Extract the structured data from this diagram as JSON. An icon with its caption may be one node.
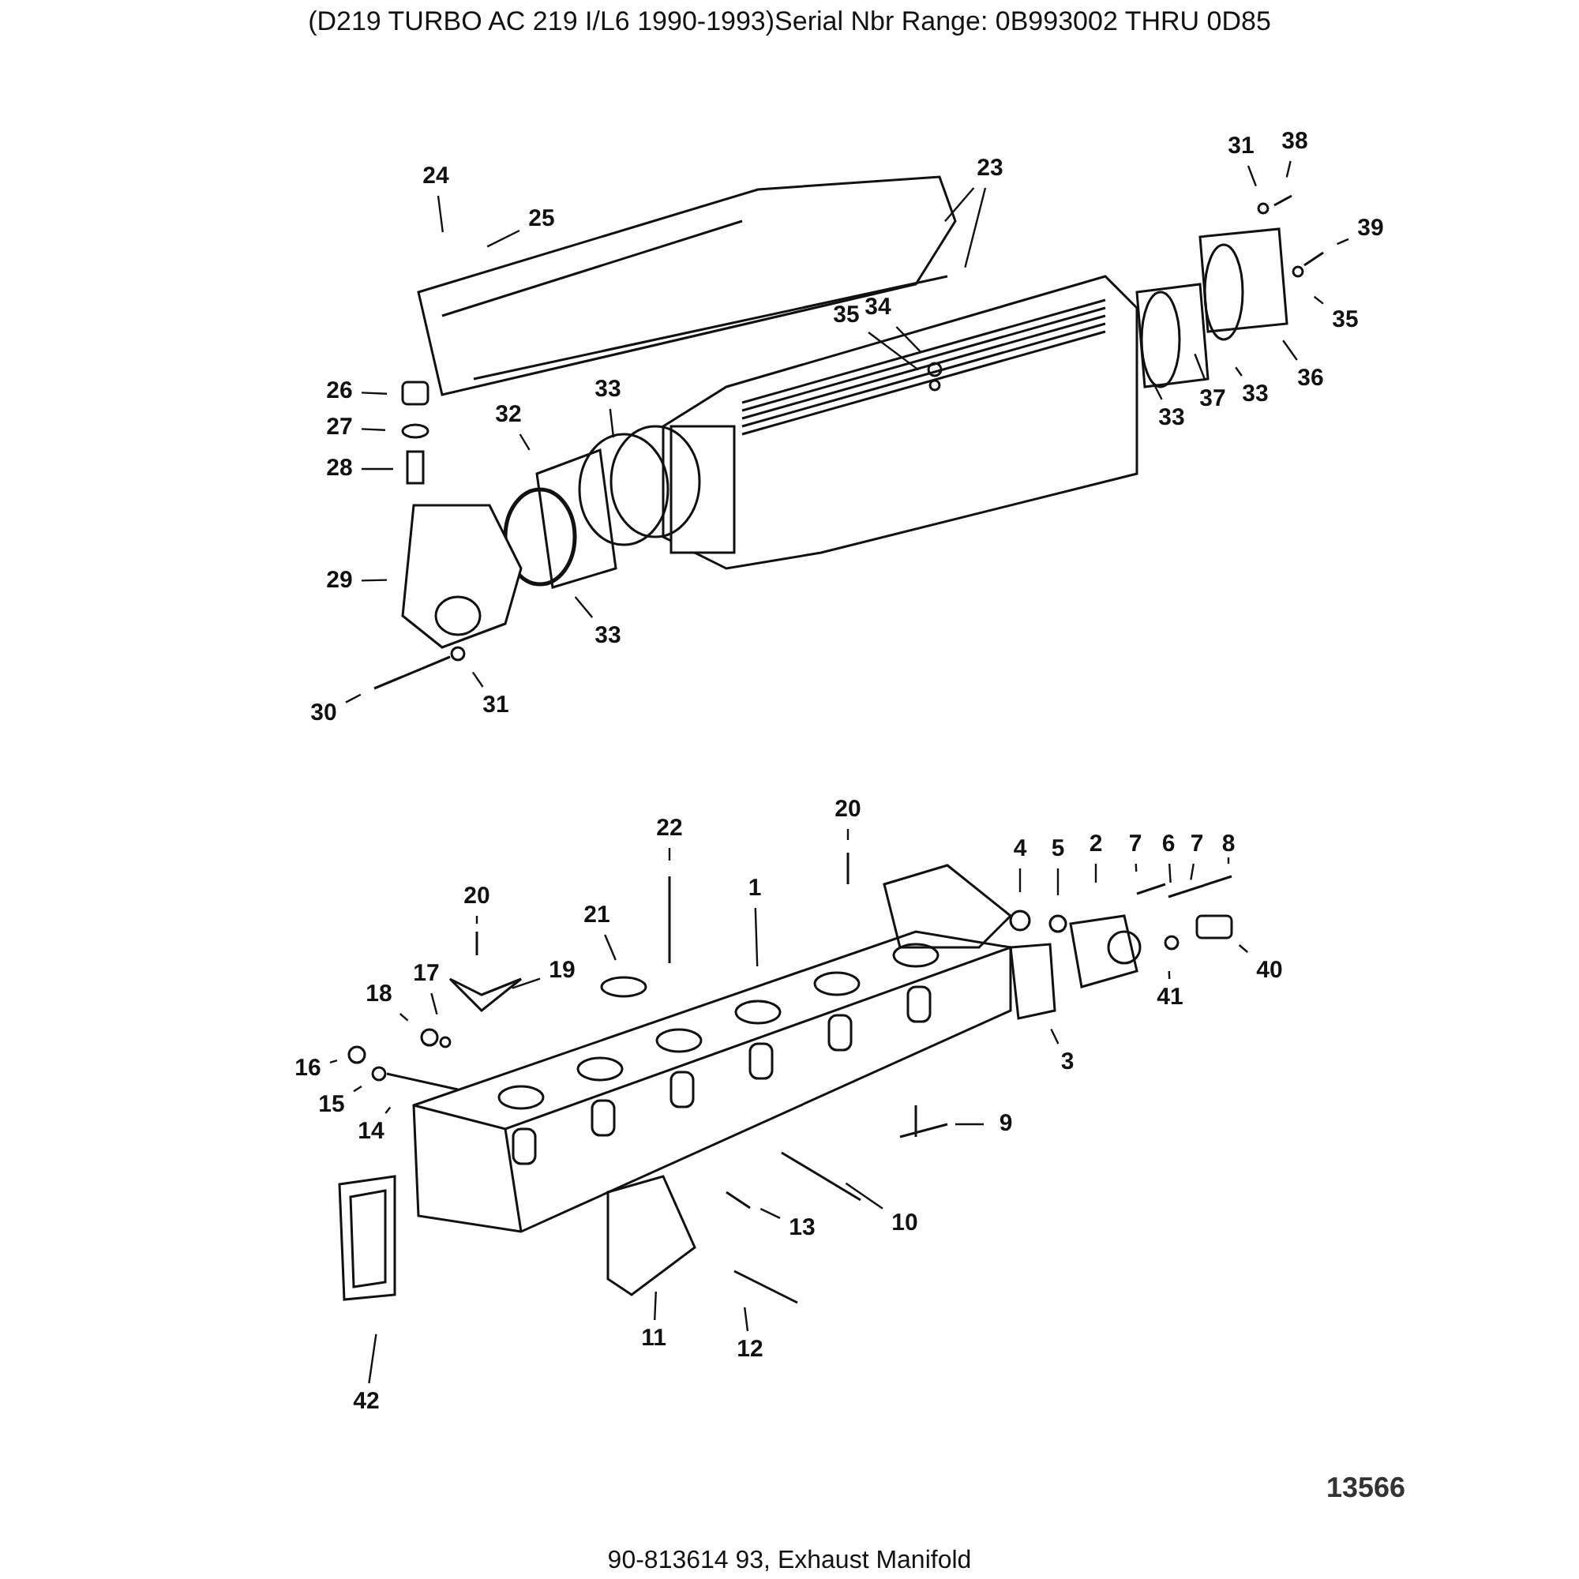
{
  "diagram": {
    "title": "(D219 TURBO AC 219 I/L6 1990-1993)Serial Nbr Range: 0B993002 THRU 0D85",
    "caption": "90-813614 93, Exhaust Manifold",
    "nodes": [
      {
        "text": [
          "24"
        ]
      },
      {
        "text": [
          "25"
        ]
      },
      {
        "text": [
          "23"
        ]
      },
      {
        "text": [
          "31"
        ]
      },
      {
        "text": [
          "38"
        ]
      },
      {
        "text": [
          "39"
        ]
      },
      {
        "text": [
          "35"
        ]
      },
      {
        "text": [
          "36"
        ]
      },
      {
        "text": [
          "33"
        ]
      },
      {
        "text": [
          "37"
        ]
      },
      {
        "text": [
          "33"
        ]
      },
      {
        "text": [
          "35"
        ]
      },
      {
        "text": [
          "34"
        ]
      },
      {
        "text": [
          "26"
        ]
      },
      {
        "text": [
          "27"
        ]
      },
      {
        "text": [
          "28"
        ]
      },
      {
        "text": [
          "33"
        ]
      },
      {
        "text": [
          "32"
        ]
      },
      {
        "text": [
          "29"
        ]
      },
      {
        "text": [
          "33"
        ]
      },
      {
        "text": [
          "30"
        ]
      },
      {
        "text": [
          "31"
        ]
      },
      {
        "text": [
          "22"
        ]
      },
      {
        "text": [
          "20"
        ]
      },
      {
        "text": [
          "1"
        ]
      },
      {
        "text": [
          "4"
        ]
      },
      {
        "text": [
          "5"
        ]
      },
      {
        "text": [
          "2"
        ]
      },
      {
        "text": [
          "7"
        ]
      },
      {
        "text": [
          "6"
        ]
      },
      {
        "text": [
          "7"
        ]
      },
      {
        "text": [
          "8"
        ]
      },
      {
        "text": [
          "20"
        ]
      },
      {
        "text": [
          "21"
        ]
      },
      {
        "text": [
          "19"
        ]
      },
      {
        "text": [
          "17"
        ]
      },
      {
        "text": [
          "18"
        ]
      },
      {
        "text": [
          "40"
        ]
      },
      {
        "text": [
          "41"
        ]
      },
      {
        "text": [
          "16"
        ]
      },
      {
        "text": [
          "15"
        ]
      },
      {
        "text": [
          "3"
        ]
      },
      {
        "text": [
          "14"
        ]
      },
      {
        "text": [
          "9"
        ]
      },
      {
        "text": [
          "10"
        ]
      },
      {
        "text": [
          "13"
        ]
      },
      {
        "text": [
          "11"
        ]
      },
      {
        "text": [
          "12"
        ]
      },
      {
        "text": [
          "42"
        ]
      }
    ],
    "edges": [
      {
        "from": 0,
        "to": null,
        "arrow": "none"
      },
      {
        "from": 1,
        "to": null,
        "arrow": "none"
      },
      {
        "from": 2,
        "to": null,
        "arrow": "none"
      },
      {
        "from": 2,
        "to": null,
        "arrow": "none"
      },
      {
        "from": 3,
        "to": null,
        "arrow": "none"
      },
      {
        "from": 4,
        "to": null,
        "arrow": "none"
      },
      {
        "from": 5,
        "to": null,
        "arrow": "none"
      },
      {
        "from": 6,
        "to": null,
        "arrow": "none"
      },
      {
        "from": 7,
        "to": null,
        "arrow": "none"
      },
      {
        "from": 8,
        "to": null,
        "arrow": "none"
      },
      {
        "from": 9,
        "to": null,
        "arrow": "none"
      },
      {
        "from": 10,
        "to": null,
        "arrow": "none"
      },
      {
        "from": 11,
        "to": null,
        "arrow": "none"
      },
      {
        "from": 12,
        "to": null,
        "arrow": "none"
      },
      {
        "from": 13,
        "to": null,
        "arrow": "none"
      },
      {
        "from": 14,
        "to": null,
        "arrow": "none"
      },
      {
        "from": 15,
        "to": null,
        "arrow": "none"
      },
      {
        "from": 16,
        "to": null,
        "arrow": "none"
      },
      {
        "from": 17,
        "to": null,
        "arrow": "none"
      },
      {
        "from": 18,
        "to": null,
        "arrow": "none"
      },
      {
        "from": 19,
        "to": null,
        "arrow": "none"
      },
      {
        "from": 20,
        "to": null,
        "arrow": "none"
      },
      {
        "from": 21,
        "to": null,
        "arrow": "none"
      },
      {
        "from": 22,
        "to": null,
        "arrow": "none"
      },
      {
        "from": 23,
        "to": null,
        "arrow": "none"
      },
      {
        "from": 24,
        "to": null,
        "arrow": "none"
      },
      {
        "from": 25,
        "to": null,
        "arrow": "none"
      },
      {
        "from": 26,
        "to": null,
        "arrow": "none"
      },
      {
        "from": 27,
        "to": null,
        "arrow": "none"
      },
      {
        "from": 28,
        "to": null,
        "arrow": "none"
      },
      {
        "from": 29,
        "to": null,
        "arrow": "none"
      },
      {
        "from": 30,
        "to": null,
        "arrow": "none"
      },
      {
        "from": 31,
        "to": null,
        "arrow": "none"
      },
      {
        "from": 32,
        "to": null,
        "arrow": "none"
      },
      {
        "from": 33,
        "to": null,
        "arrow": "none"
      },
      {
        "from": 34,
        "to": null,
        "arrow": "none"
      },
      {
        "from": 35,
        "to": null,
        "arrow": "none"
      },
      {
        "from": 36,
        "to": null,
        "arrow": "none"
      },
      {
        "from": 37,
        "to": null,
        "arrow": "none"
      },
      {
        "from": 38,
        "to": null,
        "arrow": "none"
      },
      {
        "from": 39,
        "to": null,
        "arrow": "none"
      },
      {
        "from": 40,
        "to": null,
        "arrow": "none"
      },
      {
        "from": 41,
        "to": null,
        "arrow": "none"
      },
      {
        "from": 42,
        "to": null,
        "arrow": "none"
      },
      {
        "from": 43,
        "to": null,
        "arrow": "none"
      },
      {
        "from": 44,
        "to": null,
        "arrow": "none"
      },
      {
        "from": 45,
        "to": null,
        "arrow": "none"
      },
      {
        "from": 46,
        "to": null,
        "arrow": "none"
      },
      {
        "from": 47,
        "to": null,
        "arrow": "none"
      },
      {
        "from": 48,
        "to": null,
        "arrow": "none"
      }
    ],
    "labels": [
      "13566"
    ]
  }
}
